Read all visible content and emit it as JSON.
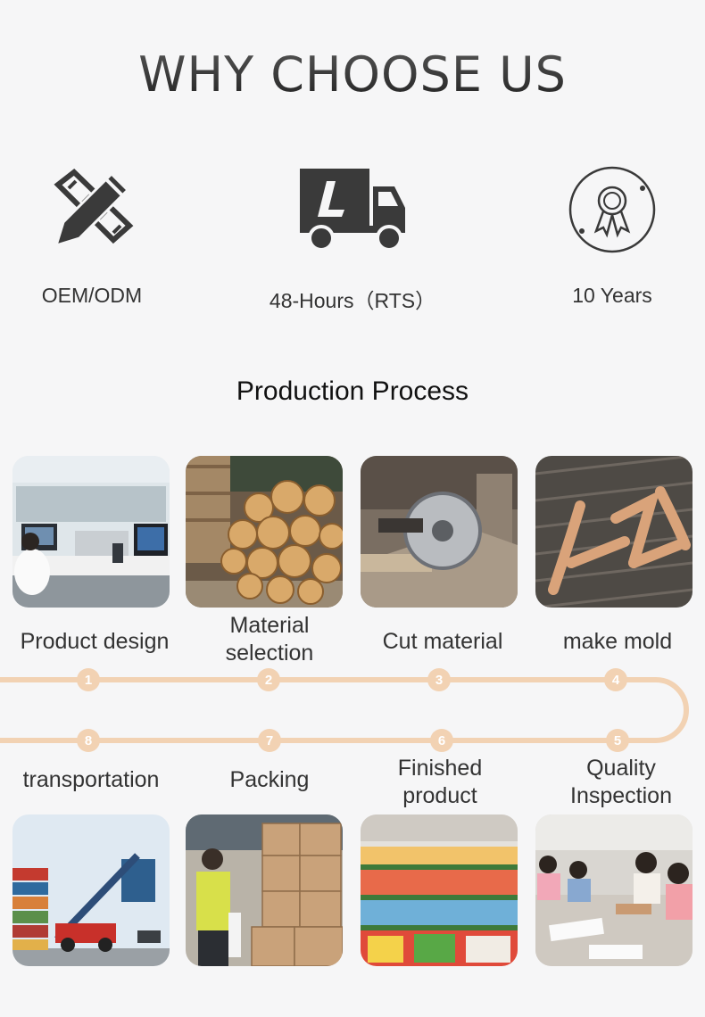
{
  "heading": "WHY CHOOSE US",
  "features": [
    {
      "label": "OEM/ODM",
      "icon": "pencil-ruler-icon"
    },
    {
      "label": "48-Hours（RTS）",
      "icon": "delivery-truck-icon"
    },
    {
      "label": "10 Years",
      "icon": "award-ribbon-icon"
    }
  ],
  "process_title": "Production Process",
  "steps": [
    {
      "num": "1",
      "label": "Product design"
    },
    {
      "num": "2",
      "label": "Material selection"
    },
    {
      "num": "3",
      "label": "Cut material"
    },
    {
      "num": "4",
      "label": "make mold"
    },
    {
      "num": "5",
      "label": "Quality Inspection"
    },
    {
      "num": "6",
      "label": "Finished product"
    },
    {
      "num": "7",
      "label": "Packing"
    },
    {
      "num": "8",
      "label": "transportation"
    }
  ],
  "colors": {
    "timeline": "#f2d2b3",
    "text": "#333333",
    "background": "#f6f6f7"
  }
}
